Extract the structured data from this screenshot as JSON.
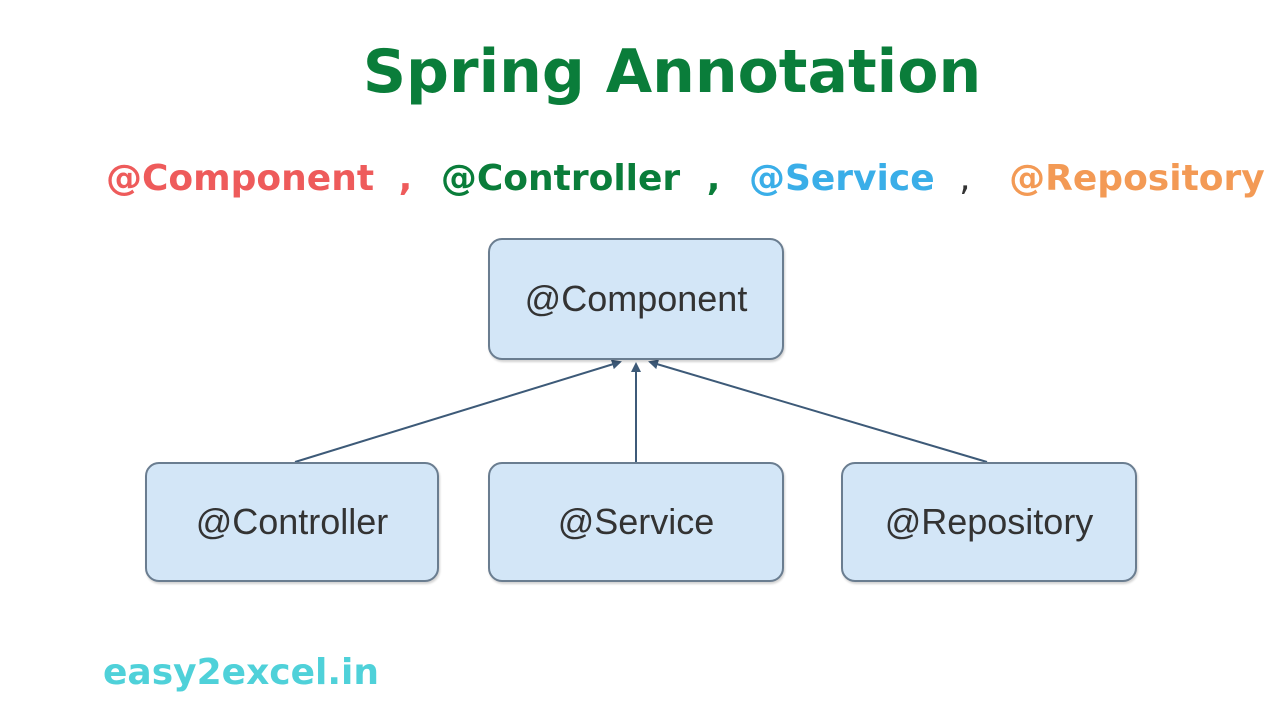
{
  "header": {
    "title": "Spring Annotation"
  },
  "subtitle": {
    "items": [
      {
        "text": "@Component",
        "color": "#ee5b5b"
      },
      {
        "text": ",",
        "color": "#ee5b5b"
      },
      {
        "text": "@Controller",
        "color": "#0a7d3a"
      },
      {
        "text": ",",
        "color": "#0a7d3a"
      },
      {
        "text": "@Service",
        "color": "#3aaee8"
      },
      {
        "text": ",",
        "color": "#333333"
      },
      {
        "text": "@Repository",
        "color": "#f39a55"
      }
    ]
  },
  "diagram": {
    "parent": {
      "label": "@Component"
    },
    "children": [
      {
        "label": "@Controller"
      },
      {
        "label": "@Service"
      },
      {
        "label": "@Repository"
      }
    ],
    "box_color": "#d3e6f7",
    "border_color": "#6a7d90",
    "arrow_color": "#3d5a78"
  },
  "footer": {
    "site": "easy2excel.in",
    "color": "#4fd1d9"
  }
}
